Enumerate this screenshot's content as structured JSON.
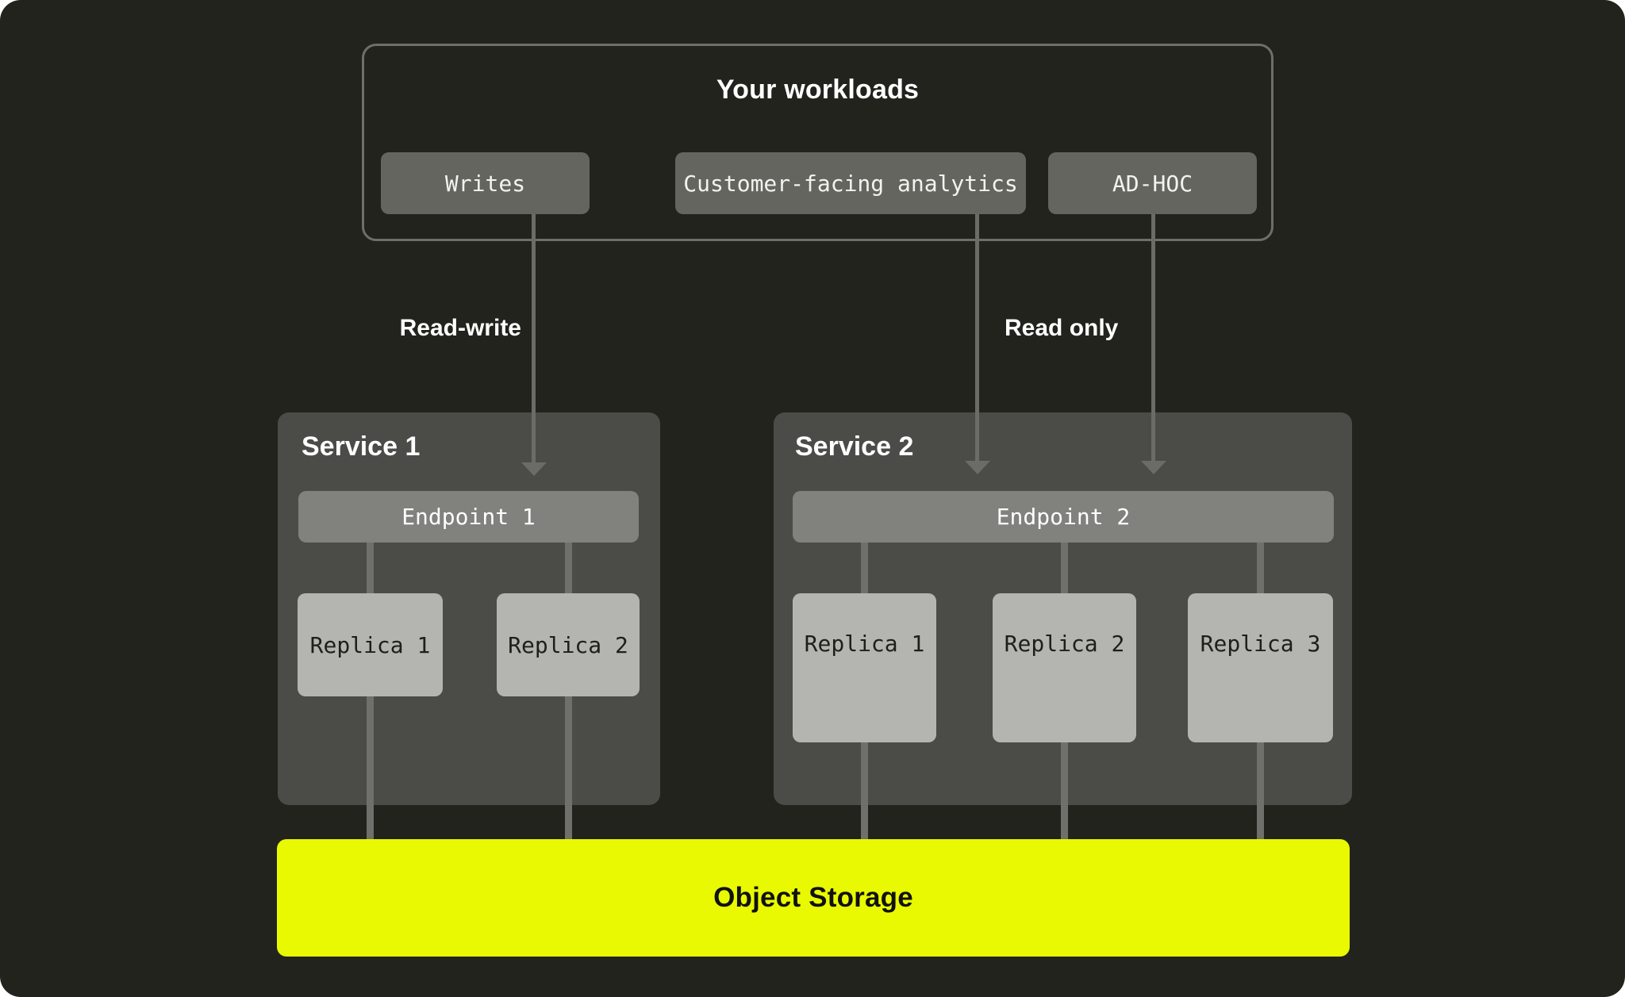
{
  "workloads": {
    "title": "Your workloads",
    "buttons": [
      {
        "label": "Writes"
      },
      {
        "label": "Customer-facing analytics"
      },
      {
        "label": "AD-HOC"
      }
    ]
  },
  "flows": {
    "read_write_label": "Read-write",
    "read_only_label": "Read only"
  },
  "services": [
    {
      "title": "Service 1",
      "endpoint": "Endpoint 1",
      "replicas": [
        "Replica 1",
        "Replica 2"
      ]
    },
    {
      "title": "Service 2",
      "endpoint": "Endpoint 2",
      "replicas": [
        "Replica 1",
        "Replica 2",
        "Replica 3"
      ]
    }
  ],
  "storage": {
    "label": "Object Storage"
  },
  "colors": {
    "panel_bg": "#21231c",
    "outline": "#6e6e6b",
    "chip_bg": "#656560",
    "service_bg": "#4b4c48",
    "endpoint_bg": "#81817d",
    "pipe": "#6f6f6b",
    "arrow": "#6b6b67",
    "replica_bg": "#b4b4b1",
    "storage_bg": "#e9f902",
    "text_light": "#ffffff",
    "text_dark": "#1e1f1a"
  }
}
